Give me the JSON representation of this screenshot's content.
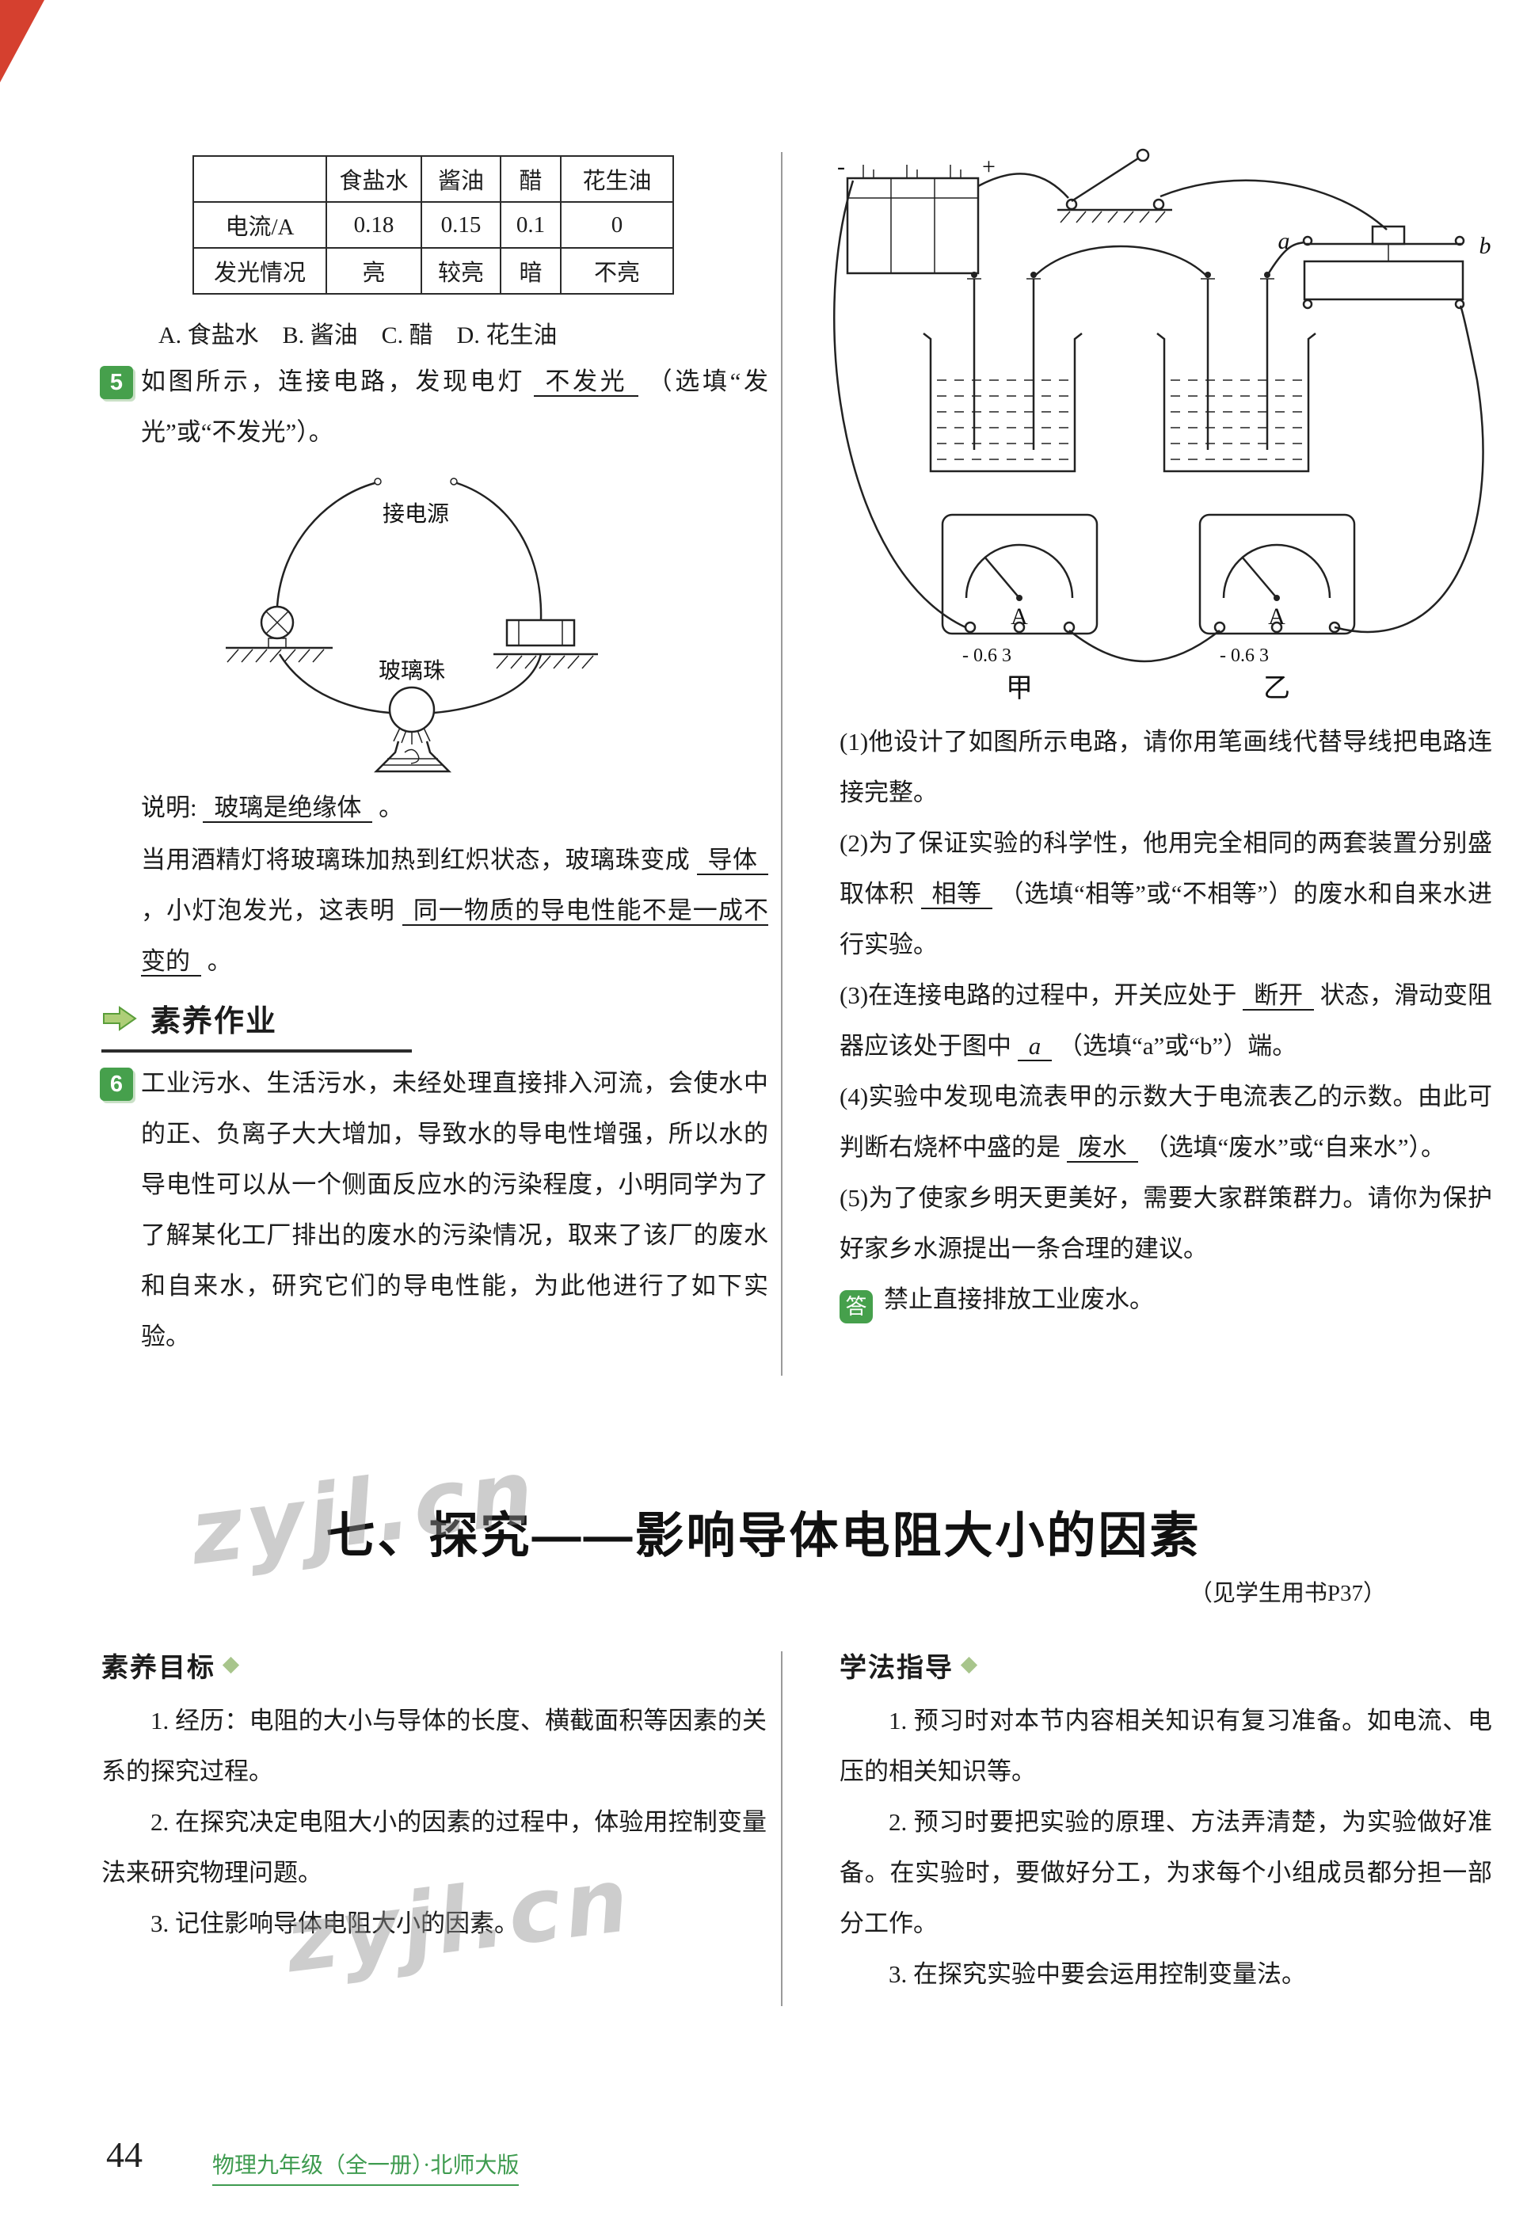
{
  "accent": {
    "green": "#46a04c",
    "red": "#d5402f"
  },
  "watermark": {
    "text": "zyjl.cn"
  },
  "left": {
    "table": {
      "corner": "",
      "headers": [
        "食盐水",
        "酱油",
        "醋",
        "花生油"
      ],
      "rows": [
        {
          "label": "电流/A",
          "values": [
            "0.18",
            "0.15",
            "0.1",
            "0"
          ]
        },
        {
          "label": "发光情况",
          "values": [
            "亮",
            "较亮",
            "暗",
            "不亮"
          ]
        }
      ]
    },
    "options": "A. 食盐水    B. 酱油    C. 醋    D. 花生油",
    "q5": {
      "num": "5",
      "s1": "如图所示，连接电路，发现电灯",
      "a1": "不发光",
      "s2": "（选填“发光”或“不发光”）。"
    },
    "fig1": {
      "power_label": "接电源",
      "bead_label": "玻璃珠"
    },
    "note": {
      "s1": "说明:",
      "a1": "玻璃是绝缘体",
      "s2": "。"
    },
    "para": {
      "s1": "当用酒精灯将玻璃珠加热到红炽状态，玻璃珠变成",
      "a1": "导体",
      "s2": "，小灯泡发光，这表明",
      "a2": "同一物质的导电性能不是一成不变的",
      "s3": "。"
    },
    "homework_header": "素养作业",
    "q6": {
      "num": "6",
      "text": "工业污水、生活污水，未经处理直接排入河流，会使水中的正、负离子大大增加，导致水的导电性增强，所以水的导电性可以从一个侧面反应水的污染程度，小明同学为了了解某化工厂排出的废水的污染情况，取来了该厂的废水和自来水，研究它们的导电性能，为此他进行了如下实验。"
    }
  },
  "right": {
    "fig2": {
      "terminal_a": "a",
      "terminal_b": "b",
      "meter_left": "甲",
      "meter_right": "乙",
      "scale": "- 0.6  3",
      "ammeter_symbol": "A",
      "plus": "+",
      "minus": "-"
    },
    "q1": {
      "text": "(1)他设计了如图所示电路，请你用笔画线代替导线把电路连接完整。"
    },
    "q2": {
      "s1": "(2)为了保证实验的科学性，他用完全相同的两套装置分别盛取体积",
      "a1": "相等",
      "s2": "（选填“相等”或“不相等”）的废水和自来水进行实验。"
    },
    "q3": {
      "s1": "(3)在连接电路的过程中，开关应处于",
      "a1": "断开",
      "s2": "状态，滑动变阻器应该处于图中",
      "a2": "a",
      "s3": "（选填“a”或“b”）端。"
    },
    "q4": {
      "s1": "(4)实验中发现电流表甲的示数大于电流表乙的示数。由此可判断右烧杯中盛的是",
      "a1": "废水",
      "s2": "（选填“废水”或“自来水”）。"
    },
    "q5": {
      "text": "(5)为了使家乡明天更美好，需要大家群策群力。请你为保护好家乡水源提出一条合理的建议。"
    },
    "answer": {
      "badge": "答",
      "text": "禁止直接排放工业废水。"
    }
  },
  "section": {
    "title": "七、探究——影响导体电阻大小的因素",
    "subtitle": "（见学生用书P37）"
  },
  "goals": {
    "header": "素养目标",
    "items": [
      "1. 经历：电阻的大小与导体的长度、横截面积等因素的关系的探究过程。",
      "2. 在探究决定电阻大小的因素的过程中，体验用控制变量法来研究物理问题。",
      "3. 记住影响导体电阻大小的因素。"
    ]
  },
  "guide": {
    "header": "学法指导",
    "items": [
      "1. 预习时对本节内容相关知识有复习准备。如电流、电压的相关知识等。",
      "2. 预习时要把实验的原理、方法弄清楚，为实验做好准备。在实验时，要做好分工，为求每个小组成员都分担一部分工作。",
      "3. 在探究实验中要会运用控制变量法。"
    ]
  },
  "footer": {
    "page_number": "44",
    "edition": "物理九年级（全一册）·北师大版"
  }
}
